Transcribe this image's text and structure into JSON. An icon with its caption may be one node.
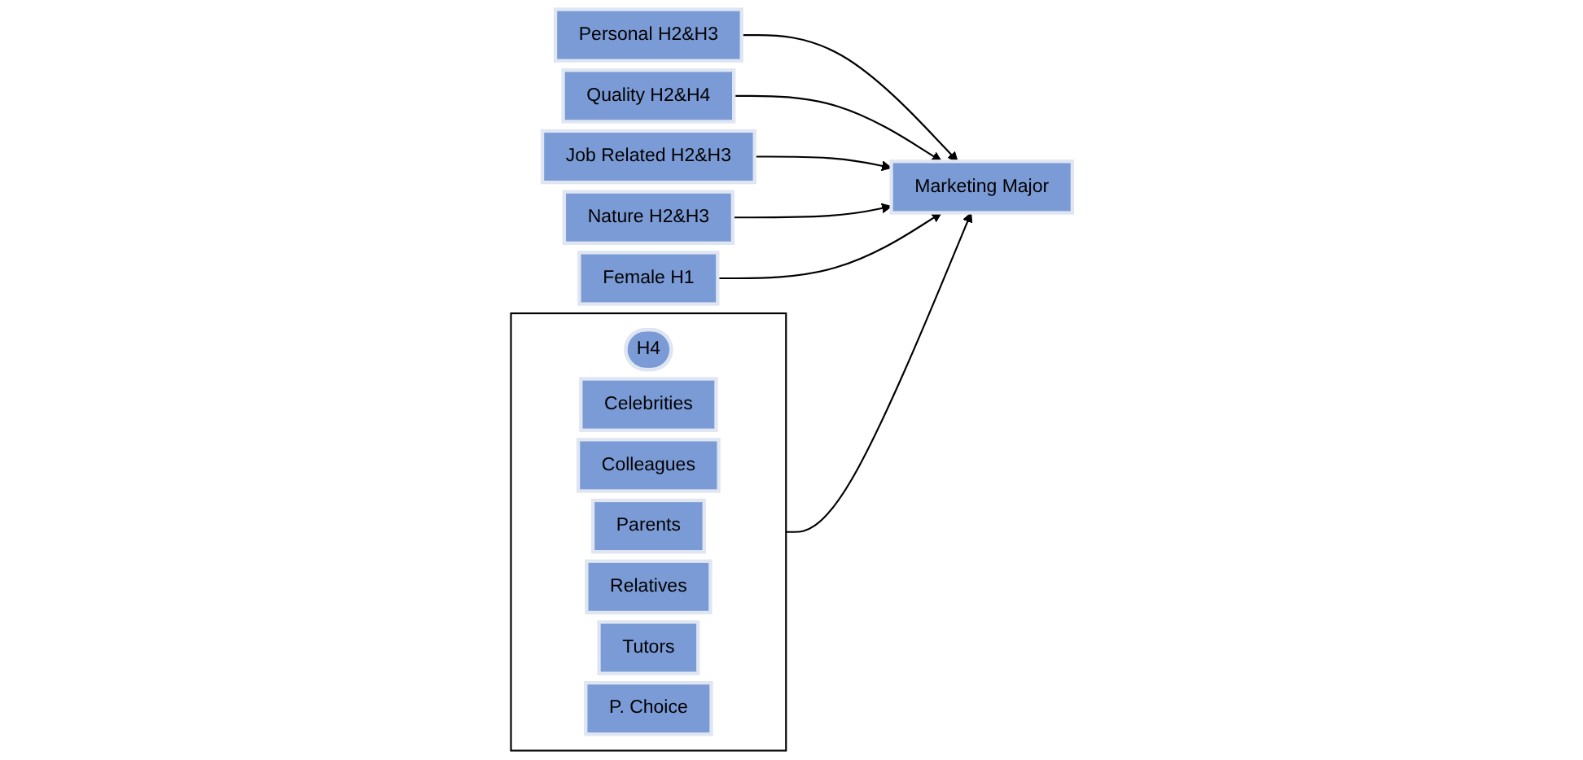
{
  "diagram": {
    "nodes": [
      {
        "text": [
          "Personal H2&H3"
        ]
      },
      {
        "text": [
          "Quality H2&H4"
        ]
      },
      {
        "text": [
          "Job Related H2&H3"
        ]
      },
      {
        "text": [
          "Nature H2&H3"
        ]
      },
      {
        "text": [
          "Female H1"
        ]
      },
      {
        "text": [
          "Marketing Major"
        ]
      },
      {
        "text": [],
        "shape": "box"
      },
      {
        "text": [
          "H4"
        ],
        "in": 6
      },
      {
        "text": [
          "Celebrities"
        ],
        "in": 6
      },
      {
        "text": [
          "Colleagues"
        ],
        "in": 6
      },
      {
        "text": [
          "Parents"
        ],
        "in": 6
      },
      {
        "text": [
          "Relatives"
        ],
        "in": 6
      },
      {
        "text": [
          "Tutors"
        ],
        "in": 6
      },
      {
        "text": [
          "P. Choice"
        ],
        "in": 6
      }
    ],
    "edges": [
      {
        "from": 0,
        "to": 5,
        "arrow": "to"
      },
      {
        "from": 1,
        "to": 5,
        "arrow": "to"
      },
      {
        "from": 2,
        "to": 5,
        "arrow": "to"
      },
      {
        "from": 3,
        "to": 5,
        "arrow": "to"
      },
      {
        "from": 4,
        "to": 5,
        "arrow": "to"
      },
      {
        "from": 6,
        "to": 5,
        "arrow": "to"
      }
    ]
  }
}
